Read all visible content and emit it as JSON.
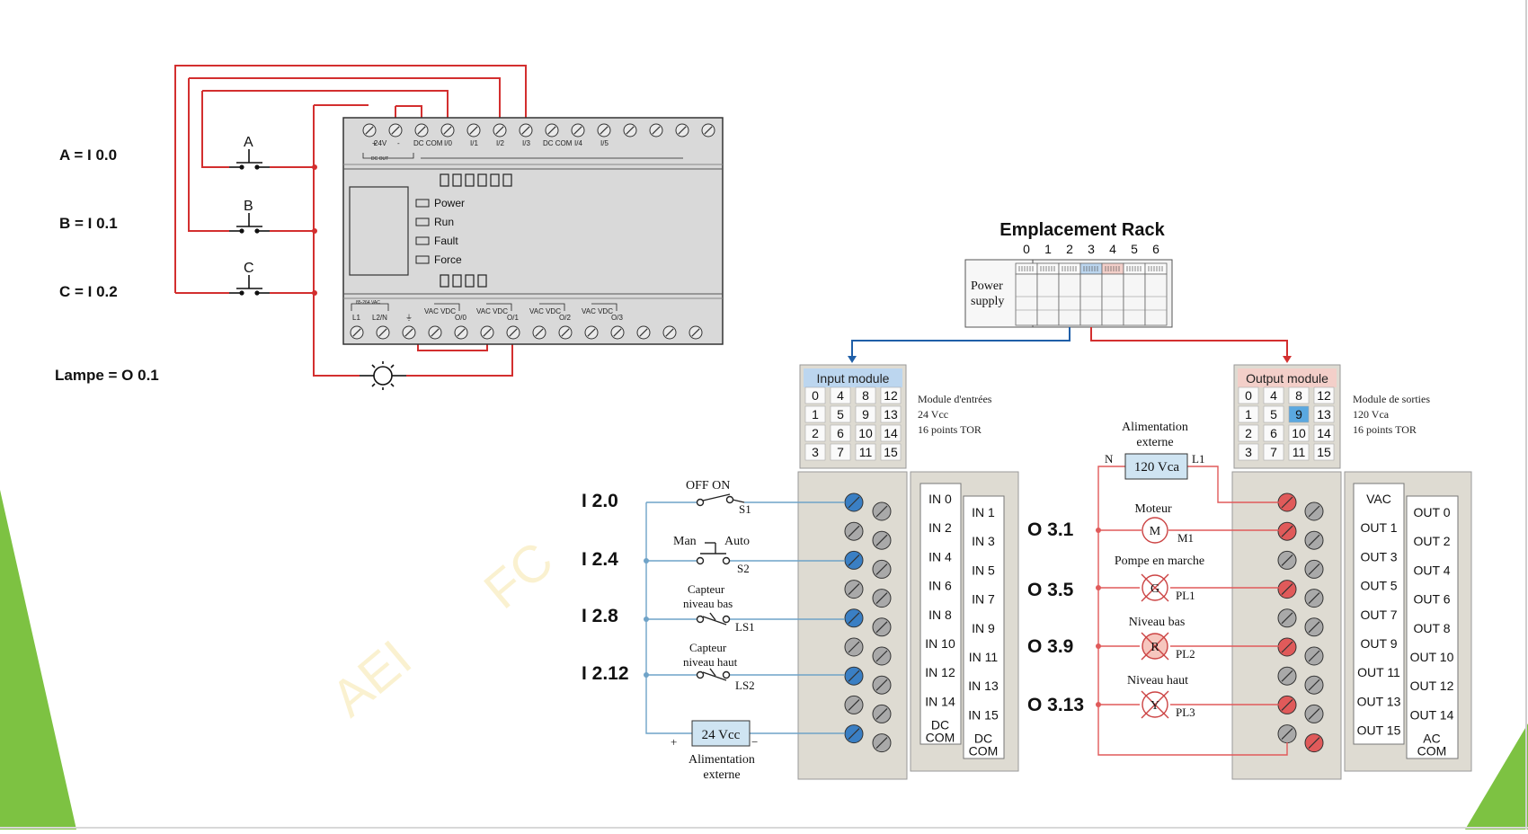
{
  "plc_diagram": {
    "labels": [
      {
        "id": "a",
        "text": "A = I 0.0"
      },
      {
        "id": "b",
        "text": "B = I 0.1"
      },
      {
        "id": "c",
        "text": "C = I 0.2"
      },
      {
        "id": "lamp",
        "text": "Lampe = O 0.1"
      }
    ],
    "switch_labels": [
      "A",
      "B",
      "C"
    ],
    "top_terminals": [
      "24V",
      "DC COM",
      "I/0",
      "I/1",
      "I/2",
      "I/3",
      "DC COM",
      "I/4",
      "I/5"
    ],
    "top_terminal_marks": [
      "+",
      "-"
    ],
    "dc_out": "DC OUT",
    "indicators": [
      "Power",
      "Run",
      "Fault",
      "Force"
    ],
    "bottom_terminals": [
      "L1",
      "L2/N",
      "VAC VDC",
      "O/0",
      "VAC VDC",
      "O/1",
      "VAC VDC",
      "O/2",
      "VAC VDC",
      "O/3"
    ],
    "supply_label": "85-264 VAC"
  },
  "rack": {
    "title": "Emplacement Rack",
    "slots": [
      "0",
      "1",
      "2",
      "3",
      "4",
      "5",
      "6"
    ],
    "power_supply": "Power supply"
  },
  "input_module": {
    "header": "Input module",
    "grid": [
      "0",
      "4",
      "8",
      "12",
      "1",
      "5",
      "9",
      "13",
      "2",
      "6",
      "10",
      "14",
      "3",
      "7",
      "11",
      "15"
    ],
    "description": [
      "Module d'entrées",
      "24 Vcc",
      "16 points TOR"
    ],
    "terminals_left": [
      "IN 0",
      "IN 2",
      "IN 4",
      "IN 6",
      "IN 8",
      "IN 10",
      "IN 12",
      "IN 14",
      "DC COM"
    ],
    "terminals_right": [
      "IN 1",
      "IN 3",
      "IN 5",
      "IN 7",
      "IN 9",
      "IN 11",
      "IN 13",
      "IN 15",
      "DC COM"
    ],
    "addresses": [
      "I 2.0",
      "I 2.4",
      "I 2.8",
      "I 2.12"
    ],
    "devices": {
      "s1_top": "OFF  ON",
      "s1": "S1",
      "s2_left": "Man",
      "s2_right": "Auto",
      "s2": "S2",
      "ls1_label": [
        "Capteur",
        "niveau bas"
      ],
      "ls1": "LS1",
      "ls2_label": [
        "Capteur",
        "niveau haut"
      ],
      "ls2": "LS2",
      "supply": "24 Vcc",
      "supply_plus": "+",
      "supply_minus": "−",
      "supply_label": [
        "Alimentation",
        "externe"
      ]
    }
  },
  "output_module": {
    "header": "Output module",
    "grid": [
      "0",
      "4",
      "8",
      "12",
      "1",
      "5",
      "9",
      "13",
      "2",
      "6",
      "10",
      "14",
      "3",
      "7",
      "11",
      "15"
    ],
    "highlight": "9",
    "description": [
      "Module de sorties",
      "120 Vca",
      "16 points TOR"
    ],
    "terminals_left": [
      "VAC",
      "OUT 1",
      "OUT 3",
      "OUT 5",
      "OUT 7",
      "OUT 9",
      "OUT 11",
      "OUT 13",
      "OUT 15"
    ],
    "terminals_right": [
      "OUT 0",
      "OUT 2",
      "OUT 4",
      "OUT 6",
      "OUT 8",
      "OUT 10",
      "OUT 12",
      "OUT 14",
      "AC COM"
    ],
    "addresses": [
      "O 3.1",
      "O 3.5",
      "O 3.9",
      "O 3.13"
    ],
    "devices": {
      "supply_label": [
        "Alimentation",
        "externe"
      ],
      "supply": "120 Vca",
      "n": "N",
      "l1": "L1",
      "m_label": "Moteur",
      "m": "M",
      "m1": "M1",
      "g_label": "Pompe en marche",
      "g": "G",
      "pl1": "PL1",
      "r_label": "Niveau bas",
      "r": "R",
      "pl2": "PL2",
      "y_label": "Niveau haut",
      "y": "Y",
      "pl3": "PL3"
    }
  },
  "watermark": [
    "AEI",
    "FC"
  ],
  "colors": {
    "red_wire": "#d32f2f",
    "blue_wire": "#1f5fa8",
    "input_wire": "#6fa3c8",
    "output_wire": "#e05a5a",
    "plc_body": "#d9d9d9",
    "green_corner": "#7dc242",
    "module_body": "#dedbd2",
    "input_header": "#bcd6ef",
    "output_header": "#f3cfc9"
  }
}
